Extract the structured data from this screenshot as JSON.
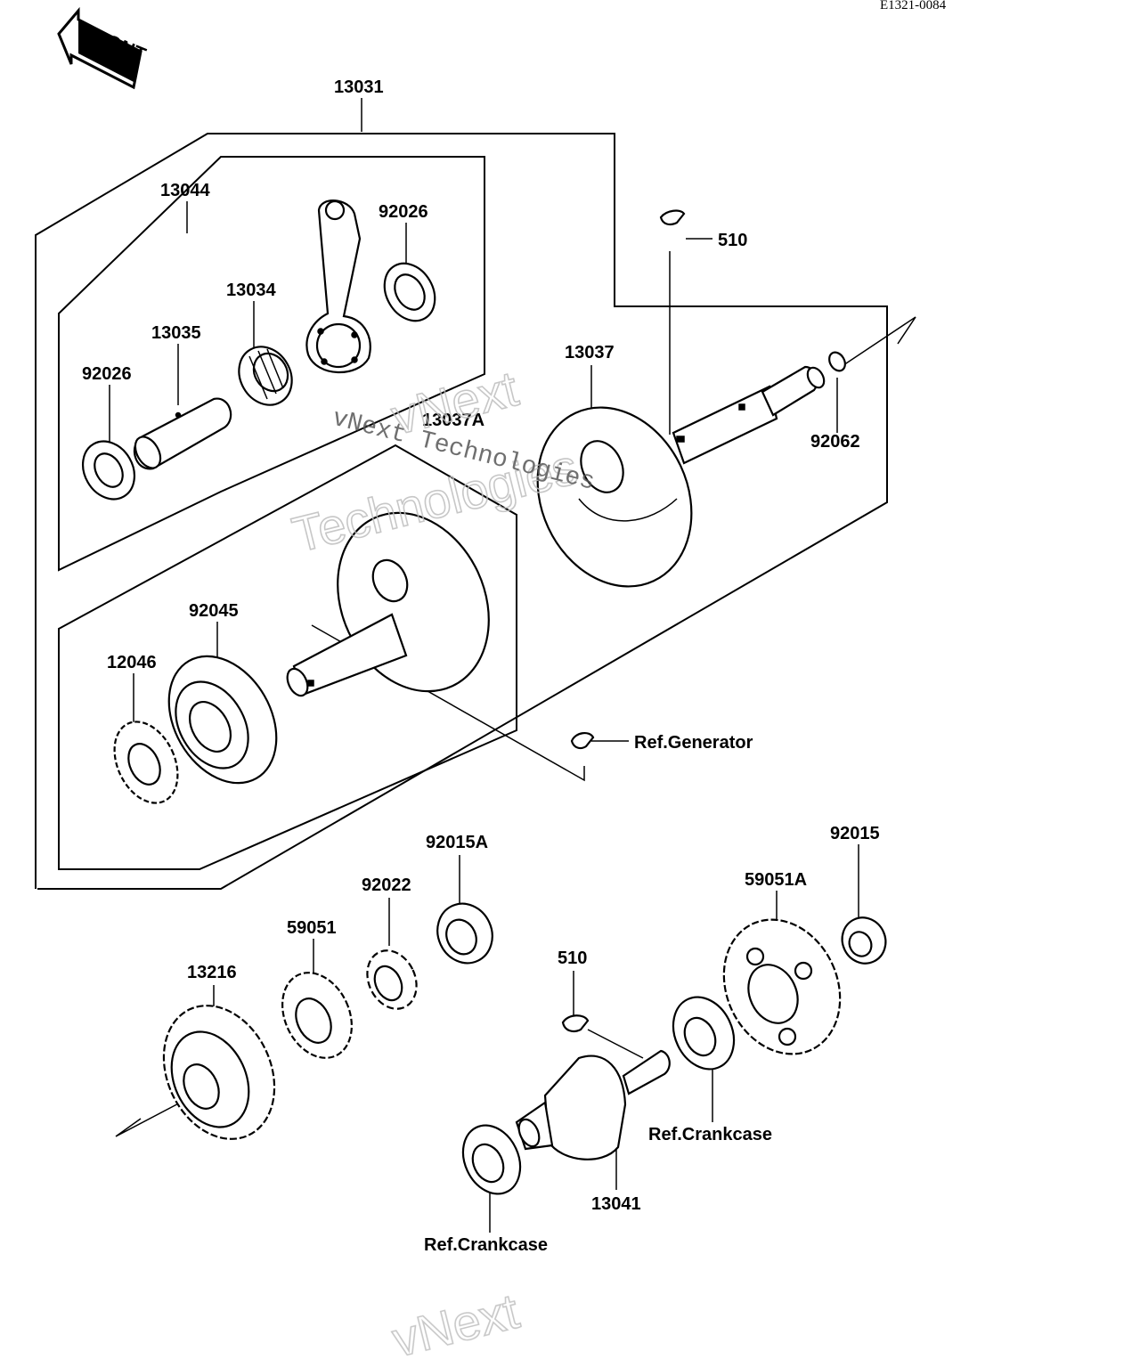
{
  "diagram": {
    "drawing_code": "E1321-0084",
    "front_badge": "FRONT",
    "callouts": {
      "c13031": "13031",
      "c13044": "13044",
      "c92026_top": "92026",
      "c13034": "13034",
      "c13035": "13035",
      "c92026_left": "92026",
      "c510_top": "510",
      "c13037": "13037",
      "c13037A": "13037A",
      "c92062": "92062",
      "c92045": "92045",
      "c12046": "12046",
      "c92015A": "92015A",
      "c92015": "92015",
      "c92022": "92022",
      "c59051": "59051",
      "c59051A": "59051A",
      "c13216": "13216",
      "c510_bottom": "510",
      "c13041": "13041"
    },
    "references": {
      "generator": "Ref.Generator",
      "crankcase_right": "Ref.Crankcase",
      "crankcase_bottom": "Ref.Crankcase"
    },
    "watermark": {
      "brand_top": "vNext",
      "brand_bottom": "Technologies",
      "plain": "vNext Technologies",
      "bottom_fragment": "vNext"
    }
  }
}
